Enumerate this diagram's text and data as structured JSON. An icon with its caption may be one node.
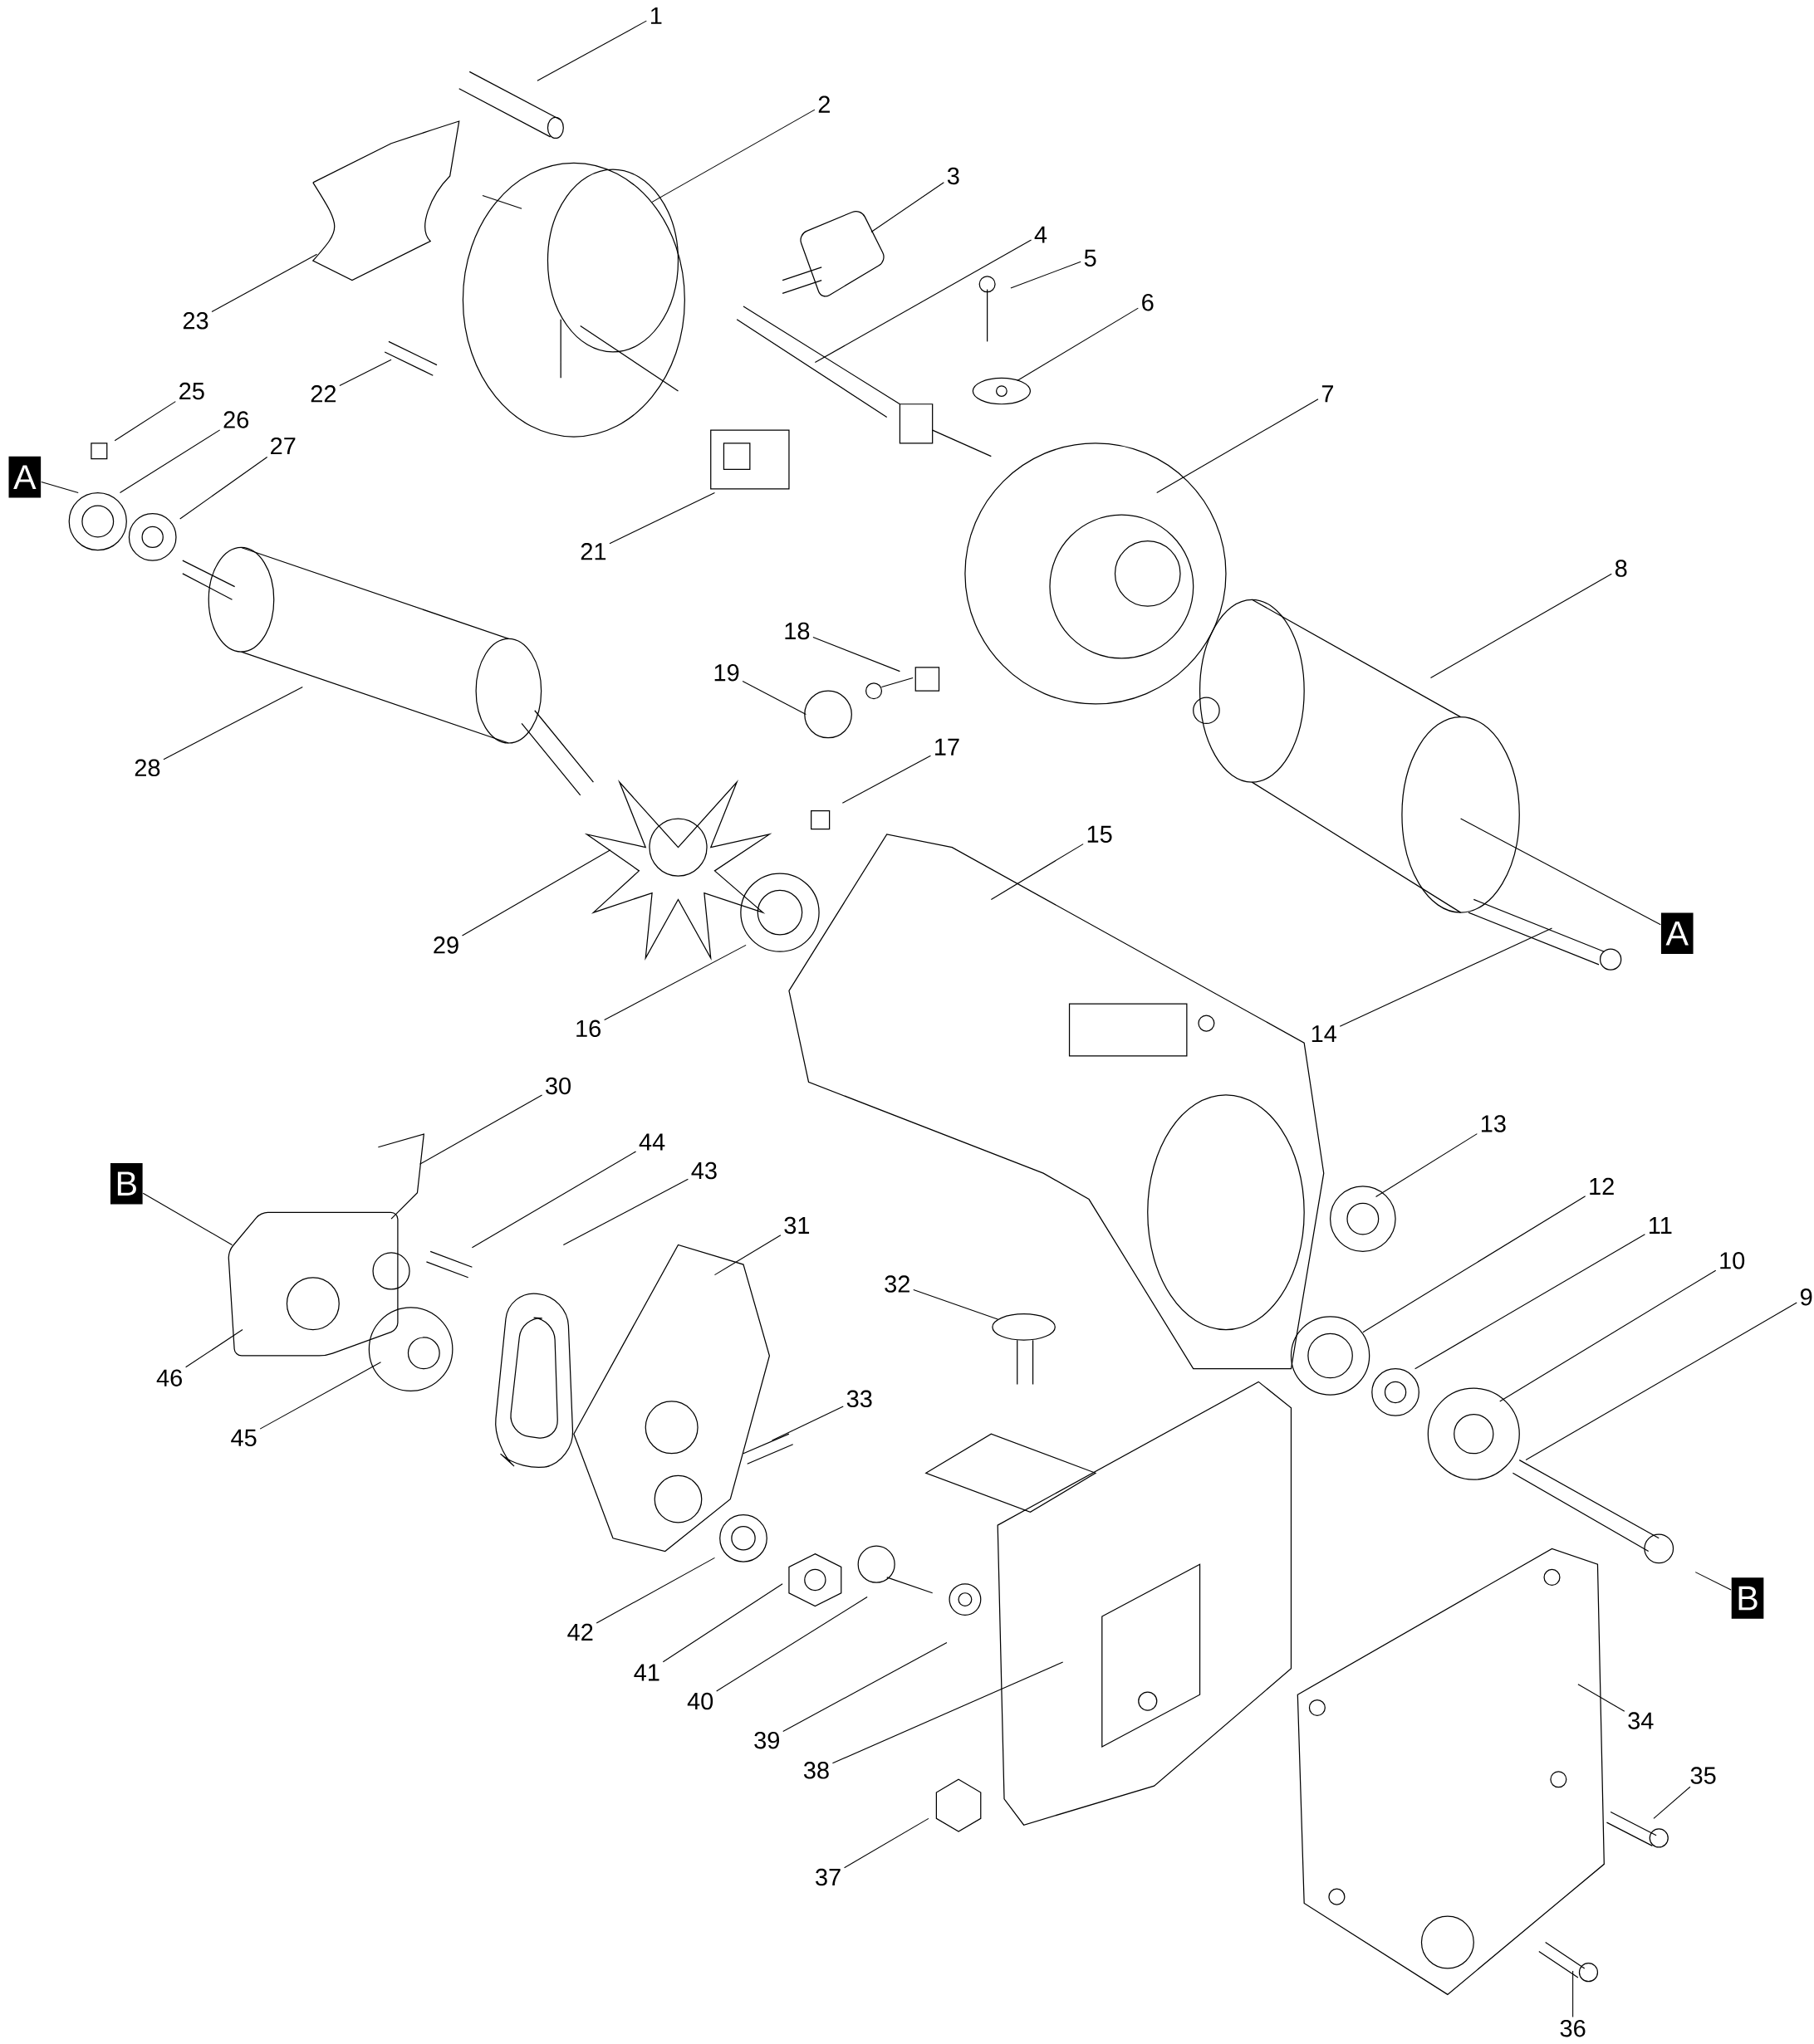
{
  "diagram": {
    "nodes": [
      {
        "text": [
          "1"
        ]
      },
      {
        "text": [
          "2"
        ]
      },
      {
        "text": [
          "3"
        ]
      },
      {
        "text": [
          "4"
        ]
      },
      {
        "text": [
          "5"
        ]
      },
      {
        "text": [
          "6"
        ]
      },
      {
        "text": [
          "7"
        ]
      },
      {
        "text": [
          "8"
        ]
      },
      {
        "text": [
          "9"
        ]
      },
      {
        "text": [
          "10"
        ]
      },
      {
        "text": [
          "11"
        ]
      },
      {
        "text": [
          "12"
        ]
      },
      {
        "text": [
          "13"
        ]
      },
      {
        "text": [
          "14"
        ]
      },
      {
        "text": [
          "15"
        ]
      },
      {
        "text": [
          "16"
        ]
      },
      {
        "text": [
          "17"
        ]
      },
      {
        "text": [
          "18"
        ]
      },
      {
        "text": [
          "19"
        ]
      },
      {
        "text": [
          "21"
        ]
      },
      {
        "text": [
          "22"
        ]
      },
      {
        "text": [
          "23"
        ]
      },
      {
        "text": [
          "25"
        ]
      },
      {
        "text": [
          "26"
        ]
      },
      {
        "text": [
          "27"
        ]
      },
      {
        "text": [
          "28"
        ]
      },
      {
        "text": [
          "29"
        ]
      },
      {
        "text": [
          "30"
        ]
      },
      {
        "text": [
          "31"
        ]
      },
      {
        "text": [
          "32"
        ]
      },
      {
        "text": [
          "33"
        ]
      },
      {
        "text": [
          "34"
        ]
      },
      {
        "text": [
          "35"
        ]
      },
      {
        "text": [
          "36"
        ]
      },
      {
        "text": [
          "37"
        ]
      },
      {
        "text": [
          "38"
        ]
      },
      {
        "text": [
          "39"
        ]
      },
      {
        "text": [
          "40"
        ]
      },
      {
        "text": [
          "41"
        ]
      },
      {
        "text": [
          "42"
        ]
      },
      {
        "text": [
          "43"
        ]
      },
      {
        "text": [
          "44"
        ]
      },
      {
        "text": [
          "45"
        ]
      },
      {
        "text": [
          "46"
        ]
      },
      {
        "text": [
          "A"
        ]
      },
      {
        "text": [
          "A"
        ]
      },
      {
        "text": [
          "B"
        ]
      },
      {
        "text": [
          "B"
        ]
      }
    ],
    "edges": [
      {
        "from": 0,
        "to": null,
        "arrow": "none"
      },
      {
        "from": 1,
        "to": null,
        "arrow": "none"
      },
      {
        "from": 2,
        "to": null,
        "arrow": "none"
      },
      {
        "from": 3,
        "to": null,
        "arrow": "none"
      },
      {
        "from": 4,
        "to": null,
        "arrow": "none"
      },
      {
        "from": 5,
        "to": null,
        "arrow": "none"
      },
      {
        "from": 6,
        "to": null,
        "arrow": "none"
      },
      {
        "from": 7,
        "to": null,
        "arrow": "none"
      },
      {
        "from": 8,
        "to": null,
        "arrow": "none"
      },
      {
        "from": 9,
        "to": null,
        "arrow": "none"
      },
      {
        "from": 10,
        "to": null,
        "arrow": "none"
      },
      {
        "from": 11,
        "to": null,
        "arrow": "none"
      },
      {
        "from": 12,
        "to": null,
        "arrow": "none"
      },
      {
        "from": 13,
        "to": null,
        "arrow": "none"
      },
      {
        "from": 14,
        "to": null,
        "arrow": "none"
      },
      {
        "from": 15,
        "to": null,
        "arrow": "none"
      },
      {
        "from": 16,
        "to": null,
        "arrow": "none"
      },
      {
        "from": 17,
        "to": null,
        "arrow": "none"
      },
      {
        "from": 18,
        "to": null,
        "arrow": "none"
      },
      {
        "from": 19,
        "to": null,
        "arrow": "none"
      },
      {
        "from": 20,
        "to": null,
        "arrow": "none"
      },
      {
        "from": 21,
        "to": null,
        "arrow": "none"
      },
      {
        "from": 22,
        "to": null,
        "arrow": "none"
      },
      {
        "from": 23,
        "to": null,
        "arrow": "none"
      },
      {
        "from": 24,
        "to": null,
        "arrow": "none"
      },
      {
        "from": 25,
        "to": null,
        "arrow": "none"
      },
      {
        "from": 26,
        "to": null,
        "arrow": "none"
      },
      {
        "from": 27,
        "to": null,
        "arrow": "none"
      },
      {
        "from": 28,
        "to": null,
        "arrow": "none"
      },
      {
        "from": 29,
        "to": null,
        "arrow": "none"
      },
      {
        "from": 30,
        "to": null,
        "arrow": "none"
      },
      {
        "from": 31,
        "to": null,
        "arrow": "none"
      },
      {
        "from": 32,
        "to": null,
        "arrow": "none"
      },
      {
        "from": 33,
        "to": null,
        "arrow": "none"
      },
      {
        "from": 34,
        "to": null,
        "arrow": "none"
      },
      {
        "from": 35,
        "to": null,
        "arrow": "none"
      },
      {
        "from": 36,
        "to": null,
        "arrow": "none"
      },
      {
        "from": 37,
        "to": null,
        "arrow": "none"
      },
      {
        "from": 38,
        "to": null,
        "arrow": "none"
      },
      {
        "from": 39,
        "to": null,
        "arrow": "none"
      },
      {
        "from": 40,
        "to": null,
        "arrow": "none"
      },
      {
        "from": 41,
        "to": null,
        "arrow": "none"
      },
      {
        "from": 42,
        "to": null,
        "arrow": "none"
      },
      {
        "from": 43,
        "to": null,
        "arrow": "none"
      },
      {
        "from": 44,
        "to": null,
        "arrow": "none"
      },
      {
        "from": 45,
        "to": null,
        "arrow": "none"
      },
      {
        "from": 46,
        "to": null,
        "arrow": "none"
      },
      {
        "from": 47,
        "to": null,
        "arrow": "none"
      }
    ]
  }
}
